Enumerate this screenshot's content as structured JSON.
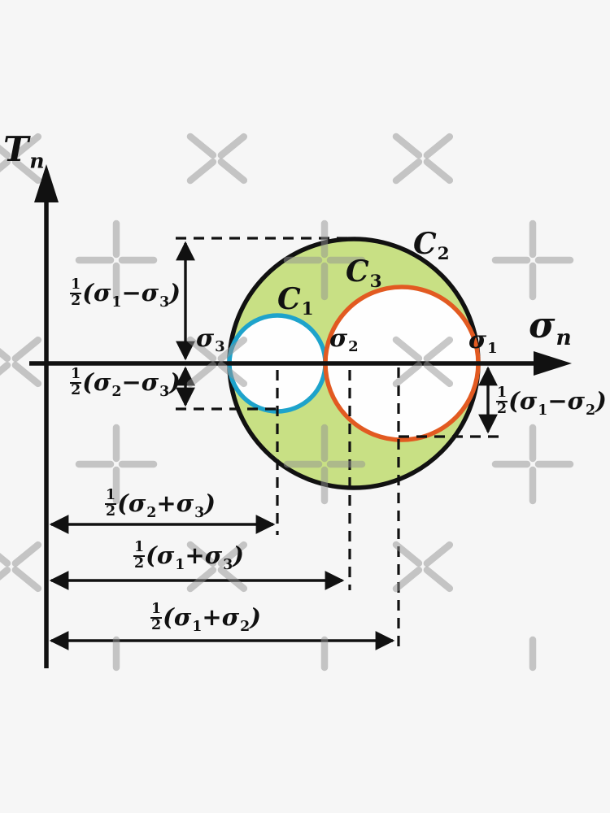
{
  "colors": {
    "background": "#f6f6f6",
    "ink": "#111111",
    "figure_green": "#c8e084",
    "circle_fill": "#fefefe",
    "c1_stroke": "#1ea3cb",
    "c3_stroke": "#e25a21",
    "watermark": "rgba(146,146,146,0.5)"
  },
  "axes": {
    "vertical_label": [
      {
        "t": "T"
      },
      {
        "s": "n",
        "i": true
      }
    ],
    "horizontal_label": [
      {
        "t": "σ"
      },
      {
        "s": "n",
        "i": true
      }
    ]
  },
  "points": {
    "sigma1": [
      {
        "t": "σ"
      },
      {
        "s": "1"
      }
    ],
    "sigma2": [
      {
        "t": "σ"
      },
      {
        "s": "2"
      }
    ],
    "sigma3": [
      {
        "t": "σ"
      },
      {
        "s": "3"
      }
    ]
  },
  "circles": {
    "c1_label": [
      {
        "t": "C"
      },
      {
        "s": "1"
      }
    ],
    "c2_label": [
      {
        "t": "C"
      },
      {
        "s": "2"
      }
    ],
    "c3_label": [
      {
        "t": "C"
      },
      {
        "s": "3"
      }
    ]
  },
  "dimensions": {
    "half_s1_minus_s3": [
      {
        "f": [
          "1",
          "2"
        ]
      },
      {
        "t": "("
      },
      {
        "t": "σ"
      },
      {
        "s": "1"
      },
      {
        "t": " − "
      },
      {
        "t": "σ"
      },
      {
        "s": "3"
      },
      {
        "t": ")"
      }
    ],
    "half_s2_minus_s3": [
      {
        "f": [
          "1",
          "2"
        ]
      },
      {
        "t": "("
      },
      {
        "t": "σ"
      },
      {
        "s": "2"
      },
      {
        "t": " − "
      },
      {
        "t": "σ"
      },
      {
        "s": "3"
      },
      {
        "t": ")"
      }
    ],
    "half_s1_minus_s2": [
      {
        "f": [
          "1",
          "2"
        ]
      },
      {
        "t": "("
      },
      {
        "t": "σ"
      },
      {
        "s": "1"
      },
      {
        "t": " − "
      },
      {
        "t": "σ"
      },
      {
        "s": "2"
      },
      {
        "t": ")"
      }
    ],
    "half_s2_plus_s3": [
      {
        "f": [
          "1",
          "2"
        ]
      },
      {
        "t": "("
      },
      {
        "t": "σ"
      },
      {
        "s": "2"
      },
      {
        "t": " + "
      },
      {
        "t": "σ"
      },
      {
        "s": "3"
      },
      {
        "t": ")"
      }
    ],
    "half_s1_plus_s3": [
      {
        "f": [
          "1",
          "2"
        ]
      },
      {
        "t": "("
      },
      {
        "t": "σ"
      },
      {
        "s": "1"
      },
      {
        "t": " + "
      },
      {
        "t": "σ"
      },
      {
        "s": "3"
      },
      {
        "t": ")"
      }
    ],
    "half_s1_plus_s2": [
      {
        "f": [
          "1",
          "2"
        ]
      },
      {
        "t": "("
      },
      {
        "t": "σ"
      },
      {
        "s": "1"
      },
      {
        "t": " + "
      },
      {
        "t": "σ"
      },
      {
        "s": "2"
      },
      {
        "t": ")"
      }
    ]
  }
}
